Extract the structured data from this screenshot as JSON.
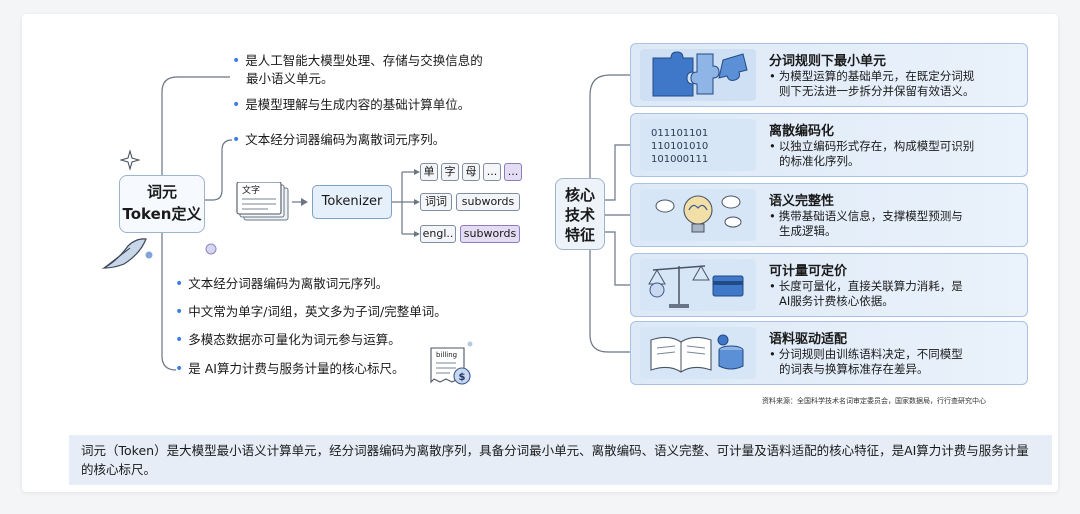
{
  "left": {
    "top_bullets": [
      {
        "line1": "是人工智能大模型处理、存储与交换信息的",
        "line2": "最小语义单元。"
      },
      {
        "line1": "是模型理解与生成内容的基础计算单位。"
      },
      {
        "line1": "文本经分词器编码为离散词元序列。"
      }
    ],
    "token_title_1": "词元",
    "token_title_2": "Token定义",
    "doc_label": "文字",
    "tokenizer_label": "Tokenizer",
    "chips_row1": [
      "单",
      "字",
      "母",
      "...",
      "..."
    ],
    "chips_row2": [
      "词词",
      "subwords"
    ],
    "chips_row3": [
      "engl..",
      "subwords"
    ],
    "bottom_bullets": [
      "文本经分词器编码为离散词元序列。",
      "中文常为单字/词组，英文多为子词/完整单词。",
      "多模态数据亦可量化为词元参与运算。",
      "是 AI算力计费与服务计量的核心标尺。"
    ],
    "billing_label": "billing",
    "dollar_sign": "$"
  },
  "core": {
    "line1": "核心",
    "line2": "技术",
    "line3": "特征"
  },
  "features": [
    {
      "title": "分词规则下最小单元",
      "desc1": "为模型运算的基础单元，在既定分词规",
      "desc2": "则下无法进一步拆分并保留有效语义。",
      "icon": "puzzle-icon"
    },
    {
      "title": "离散编码化",
      "desc1": "以独立编码形式存在，构成模型可识别",
      "desc2": "的标准化序列。",
      "icon": "binary-code-icon",
      "binary": [
        "011101101",
        "110101010",
        "101000111"
      ]
    },
    {
      "title": "语义完整性",
      "desc1": "携带基础语义信息，支撑模型预测与",
      "desc2": "生成逻辑。",
      "icon": "brain-bulb-icon"
    },
    {
      "title": "可计量可定价",
      "desc1": "长度可量化，直接关联算力消耗，是",
      "desc2": "AI服务计费核心依据。",
      "icon": "scale-icon"
    },
    {
      "title": "语料驱动适配",
      "desc1": "分词规则由训练语料决定，不同模型",
      "desc2": "的词表与换算标准存在差异。",
      "icon": "book-database-icon"
    }
  ],
  "bullet_char": "•",
  "source": "资料来源：全国科学技术名词审定委员会，国家数据局，行行查研究中心",
  "summary": "词元（Token）是大模型最小语义计算单元，经分词器编码为离散序列，具备分词最小单元、离散编码、语义完整、可计量及语料适配的核心特征，是AI算力计费与服务计量的核心标尺。",
  "colors": {
    "accent": "#3d7fe0",
    "box_border": "#9db4cf",
    "feature_bg": "#dde9f7",
    "summary_bg": "#e6edf7"
  }
}
